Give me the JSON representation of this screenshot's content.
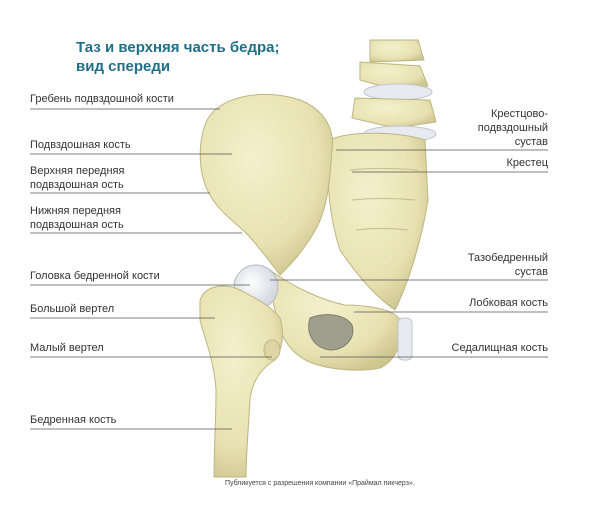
{
  "title": {
    "line1": "Таз и верхняя часть бедра;",
    "line2": "вид спереди"
  },
  "left_labels": [
    {
      "text": "Гребень подвздошной кости"
    },
    {
      "text": "Подвздошная кость"
    },
    {
      "text": "Верхняя передняя\nподвздошная ость"
    },
    {
      "text": "Нижняя передняя\nподвздошная ость"
    },
    {
      "text": "Головка бедренной кости"
    },
    {
      "text": "Большой вертел"
    },
    {
      "text": "Малый вертел"
    },
    {
      "text": "Бедренная кость"
    }
  ],
  "right_labels": [
    {
      "text": "Крестцово-\nподвздошный\nсустав"
    },
    {
      "text": "Крестец"
    },
    {
      "text": "Тазобедренный\nсустав"
    },
    {
      "text": "Лобковая кость"
    },
    {
      "text": "Седалищная кость"
    }
  ],
  "credit": "Публикуется с разрешения компании «Праймал пикчерз».",
  "colors": {
    "title": "#1f6f88",
    "bone": "#ebe6b8",
    "bone_shade": "#c9c290",
    "cartilage": "#e7eaf0",
    "leader": "#555555"
  }
}
